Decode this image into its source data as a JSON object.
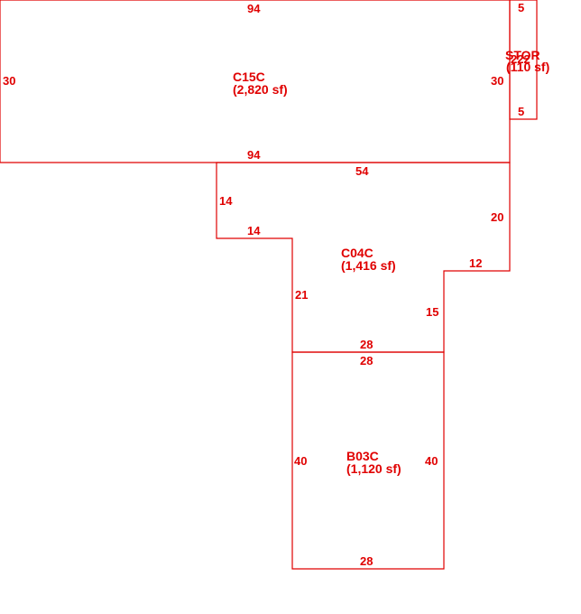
{
  "colors": {
    "line": "#e00000",
    "background": "#ffffff"
  },
  "areas": [
    {
      "id": "c15c",
      "code": "C15C",
      "area": "(2,820 sf)",
      "dims": {
        "top": "94",
        "bottom": "94",
        "left": "30",
        "right": "30"
      }
    },
    {
      "id": "stor",
      "code": "STOR",
      "area": "(110 sf)",
      "overlap_text": "222",
      "dims": {
        "top": "5",
        "bottom": "5"
      }
    },
    {
      "id": "c04c",
      "code": "C04C",
      "area": "(1,416 sf)",
      "dims": {
        "top": "54",
        "left_upper": "14",
        "step_horizontal": "14",
        "left_lower": "21",
        "right_upper": "20",
        "notch": "12",
        "right_lower": "15",
        "bottom": "28"
      }
    },
    {
      "id": "b03c",
      "code": "B03C",
      "area": "(1,120 sf)",
      "dims": {
        "top": "28",
        "left": "40",
        "right": "40",
        "bottom": "28"
      }
    }
  ]
}
